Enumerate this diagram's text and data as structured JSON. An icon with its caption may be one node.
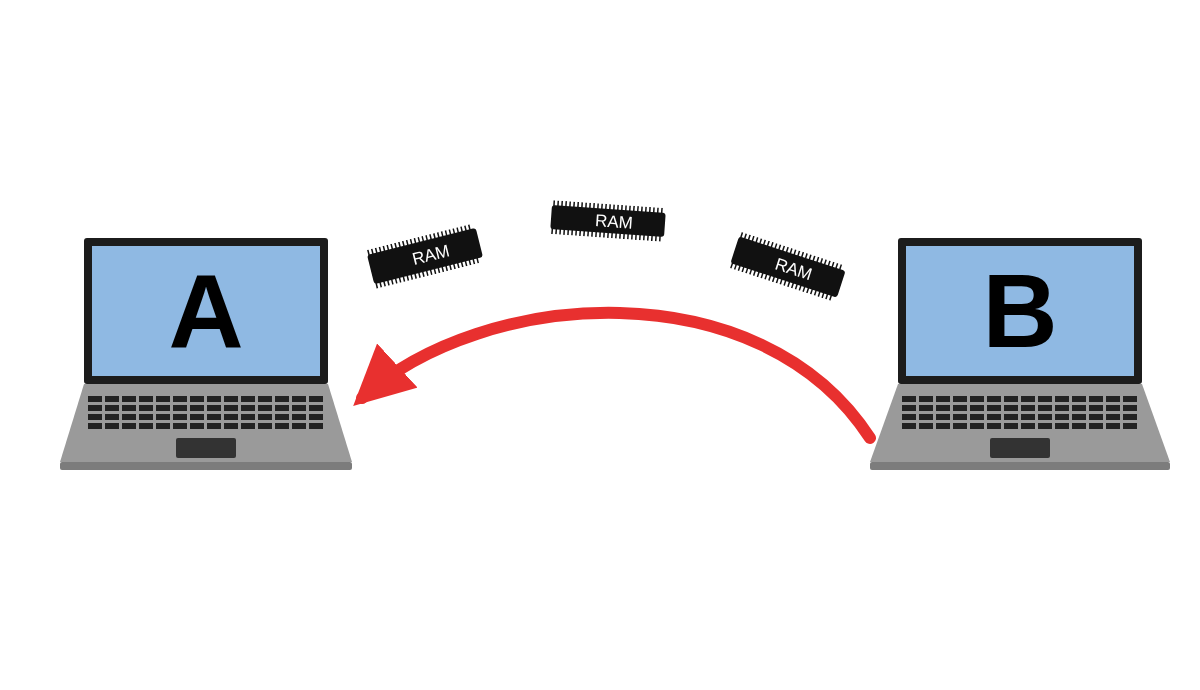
{
  "diagram": {
    "nodes": [
      {
        "text": [
          "A"
        ]
      },
      {
        "text": [
          "RAM"
        ]
      },
      {
        "text": [
          "RAM"
        ]
      },
      {
        "text": [
          "RAM"
        ]
      },
      {
        "text": [
          "B"
        ]
      }
    ],
    "edges": [
      {
        "from": 4,
        "to": 0,
        "arrow": "to",
        "color": "#e8302f"
      }
    ]
  }
}
